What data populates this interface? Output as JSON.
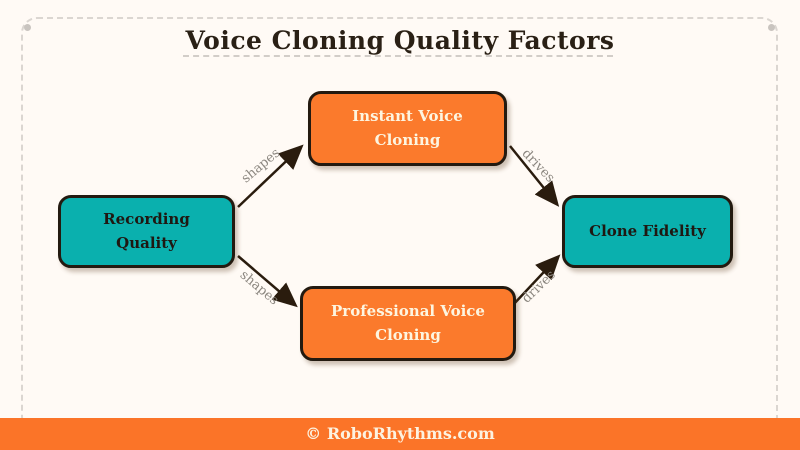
{
  "page": {
    "title": "Voice Cloning Quality Factors",
    "background_color": "#FFFAF5",
    "dashed_border_color": "#DBD6D1"
  },
  "diagram": {
    "nodes": [
      {
        "id": "recording-quality",
        "label": "Recording Quality",
        "fill": "#0AB0AE",
        "text_color": "#1F1812"
      },
      {
        "id": "instant-voice-cloning",
        "label": "Instant Voice Cloning",
        "fill": "#FB7A2C",
        "text_color": "#FDF5E0"
      },
      {
        "id": "professional-voice-cloning",
        "label": "Professional Voice Cloning",
        "fill": "#FB7A2C",
        "text_color": "#FDF5E0"
      },
      {
        "id": "clone-fidelity",
        "label": "Clone Fidelity",
        "fill": "#0AB0AE",
        "text_color": "#1F1812"
      }
    ],
    "edges": [
      {
        "from": "recording-quality",
        "to": "instant-voice-cloning",
        "label": "shapes"
      },
      {
        "from": "recording-quality",
        "to": "professional-voice-cloning",
        "label": "shapes"
      },
      {
        "from": "instant-voice-cloning",
        "to": "clone-fidelity",
        "label": "drives"
      },
      {
        "from": "professional-voice-cloning",
        "to": "clone-fidelity",
        "label": "drives"
      }
    ],
    "arrow_color": "#2A1C0E",
    "edge_label_color": "#8B867F"
  },
  "footer": {
    "text": "© RoboRhythms.com",
    "background_color": "#FB7428",
    "text_color": "#FCF2E0"
  }
}
